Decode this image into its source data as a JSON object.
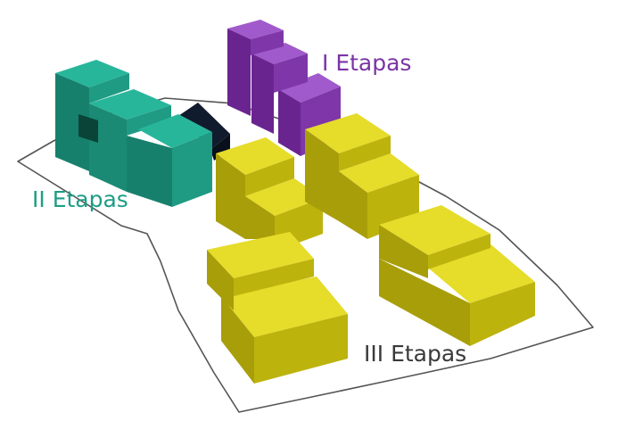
{
  "labels": {
    "stage_1": "I Etapas",
    "stage_2": "II Etapas",
    "stage_3": "III Etapas"
  },
  "colors": {
    "stage_1": "#7a34a5",
    "stage_2": "#1e9d86",
    "stage_3": "#cec510",
    "site_outline": "#555555",
    "background": "#ffffff"
  }
}
